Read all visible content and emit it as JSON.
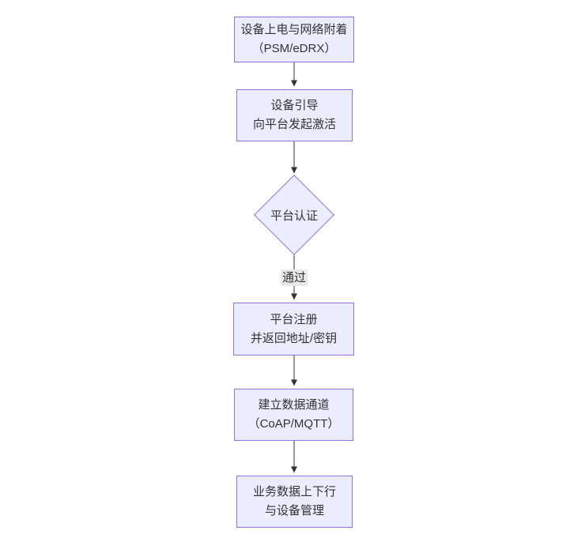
{
  "diagram": {
    "type": "flowchart-vertical",
    "nodes": [
      {
        "name": "power-on-attach",
        "lines": [
          "设备上电与网络附着",
          "（PSM/eDRX）"
        ]
      },
      {
        "name": "bootstrap-activate",
        "lines": [
          "设备引导",
          "向平台发起激活"
        ]
      },
      {
        "name": "register-return-key",
        "lines": [
          "平台注册",
          "并返回地址/密钥"
        ]
      },
      {
        "name": "data-channel",
        "lines": [
          "建立数据通道",
          "（CoAP/MQTT）"
        ]
      },
      {
        "name": "business-data",
        "lines": [
          "业务数据上下行",
          "与设备管理"
        ]
      }
    ],
    "decision": {
      "label": "平台认证"
    },
    "edge_label": "通过",
    "colors": {
      "node_fill": "#ECECFF",
      "node_border": "#9370DB",
      "text": "#333333",
      "arrow": "#333333",
      "edge_label_bg": "#e8e8e8",
      "background": "#ffffff"
    }
  }
}
